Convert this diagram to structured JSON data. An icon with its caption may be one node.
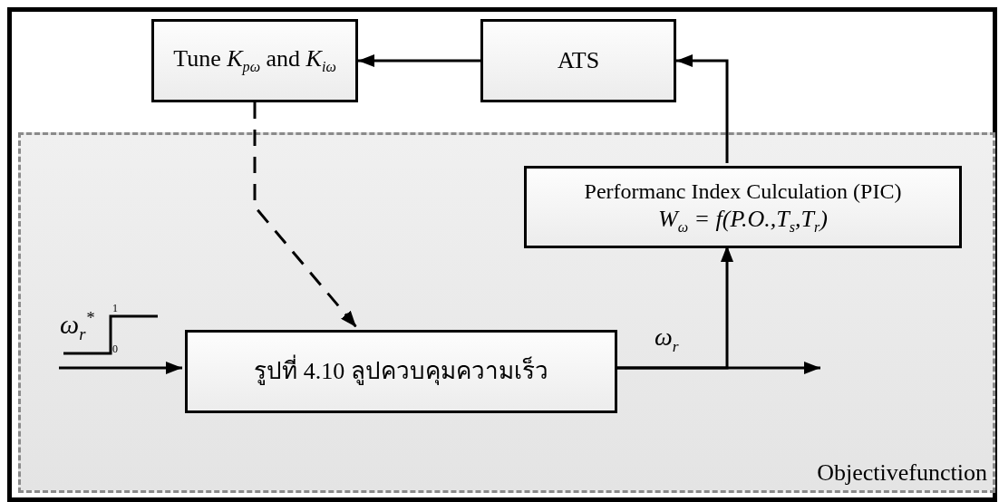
{
  "diagram": {
    "nodes": [
      {
        "text": [
          "Tune *K*$_{pω}$ and *K*$_{iω}$"
        ]
      },
      {
        "text": [
          "ATS"
        ]
      },
      {
        "text": [
          "Objectivefunction"
        ]
      },
      {
        "text": [
          "Performanc Index Culculation (PIC)",
          "*W*$_{ω}$ = *f*(*P.O.*,*T*$_{s}$,*T*$_{r}$)"
        ],
        "in": 2
      },
      {
        "text": [
          "รูปที่ 4.10 ลูปควบคุมความเร็ว"
        ],
        "in": 2
      }
    ],
    "edges": [
      {
        "from": 1,
        "to": 0,
        "arrow": "to"
      },
      {
        "from": 3,
        "to": 1,
        "arrow": "to"
      },
      {
        "from": 4,
        "to": 3,
        "arrow": "to"
      },
      {
        "from": 4,
        "to": null,
        "arrow": "to"
      },
      {
        "from": null,
        "to": 4,
        "arrow": "to"
      },
      {
        "from": 0,
        "to": 4,
        "arrow": "to",
        "style": "dashed"
      }
    ],
    "labels": [
      "ω$_{r}$$^{*}$",
      "1",
      "0",
      "ω$_{r}$"
    ]
  }
}
